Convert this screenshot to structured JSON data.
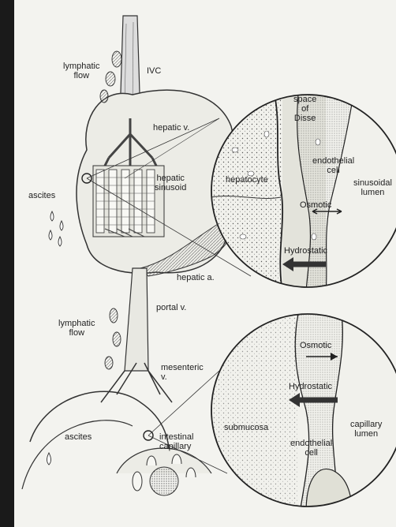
{
  "labels": {
    "lymphatic_flow_top": "lymphatic\nflow",
    "ivc": "IVC",
    "hepatic_v": "hepatic v.",
    "space_of_disse": "space\nof\nDisse",
    "endothelial_cell_top": "endothelial\ncell",
    "hepatocyte": "hepatocyte",
    "hepatic_sinusoid": "hepatic\nsinusoid",
    "sinusoidal_lumen": "sinusoidal\nlumen",
    "ascites_top": "ascites",
    "osmotic_top": "Osmotic",
    "hydrostatic_top": "Hydrostatic",
    "hepatic_a": "hepatic a.",
    "portal_v": "portal v.",
    "lymphatic_flow_bottom": "lymphatic\nflow",
    "osmotic_bottom": "Osmotic",
    "mesenteric_v": "mesenteric\nv.",
    "hydrostatic_bottom": "Hydrostatic",
    "submucosa": "submucosa",
    "capillary_lumen": "capillary\nlumen",
    "ascites_bottom": "ascites",
    "intestinal_capillary": "intestinal\ncapillary",
    "endothelial_cell_bottom": "endothelial\ncell"
  }
}
